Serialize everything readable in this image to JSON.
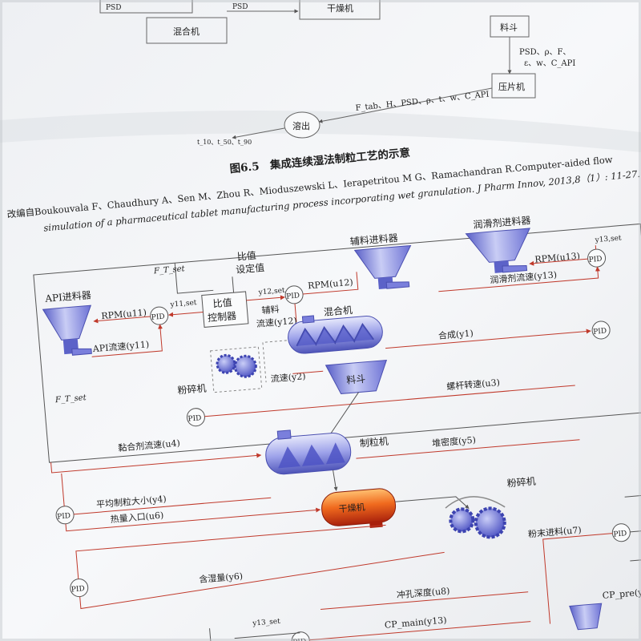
{
  "top_section": {
    "psd_in": "PSD",
    "psd_out": "PSD",
    "mixer_box": "混合机",
    "dryer_box": "干燥机",
    "hopper_box": "料斗",
    "press_vars_1": "PSD、ρ、F、",
    "press_vars_2": "ε、w、C_API",
    "tablet_press": "压片机",
    "press_output": "F_tab、H、PSD、ρ、t、w、C_API",
    "dissolution": "溶出",
    "dissolution_vars": "t_10、t_50、t_90"
  },
  "caption": {
    "figure_title": "图6.5　集成连续湿法制粒工艺的示意",
    "citation_line1": "改编自Boukouvala F、Chaudhury A、Sen M、Zhou R、Mioduszewski L、Ierapetritou M G、Ramachandran R.Computer-aided flow",
    "citation_line2": "simulation of a pharmaceutical tablet manufacturing process incorporating wet granulation. J Pharm Innov, 2013,8（1）: 11-27."
  },
  "diagram": {
    "api_feeder": "API进料器",
    "excipient_feeder": "辅料进料器",
    "lubricant_feeder": "润滑剂进料器",
    "ratio_setpoint_1": "比值",
    "ratio_setpoint_2": "设定值",
    "ratio_controller_1": "比值",
    "ratio_controller_2": "控制器",
    "ft_set_top": "F_T_set",
    "ft_set_left": "F_T_set",
    "rpm_u11": "RPM(u11)",
    "rpm_u12": "RPM(u12)",
    "rpm_u13": "RPM(u13)",
    "y11_set": "y11,set",
    "y12_set": "y12,set",
    "y13_set": "y13,set",
    "api_flow": "API流速(y11)",
    "excipient_flow_1": "辅料",
    "excipient_flow_2": "流速(y12)",
    "lubricant_flow": "润滑剂流速(y13)",
    "mixer": "混合机",
    "mill_1": "粉碎机",
    "flow_y2": "流速(y2)",
    "hopper": "料斗",
    "synthesis": "合成(y1)",
    "screw_speed": "螺杆转速(u3)",
    "binder_flow": "黏合剂流速(u4)",
    "granulator": "制粒机",
    "bulk_density": "堆密度(y5)",
    "mean_granule_size": "平均制粒大小(y4)",
    "heat_inlet": "热量入口(u6)",
    "dryer": "干燥机",
    "mill_2": "粉碎机",
    "moisture": "含湿量(y6)",
    "powder_feed": "粉末进料(u7)",
    "punch_depth": "冲孔深度(u8)",
    "y13_set_bottom": "y13_set",
    "cp_main": "CP_main(y13)",
    "cp_pre": "CP_pre(y",
    "pid": "PID"
  },
  "colors": {
    "paper": "#f6f7f9",
    "line": "#555555",
    "signal": "#c0392b",
    "equipment_blue": "#6c72d8",
    "dryer_orange": "#e8501c"
  }
}
